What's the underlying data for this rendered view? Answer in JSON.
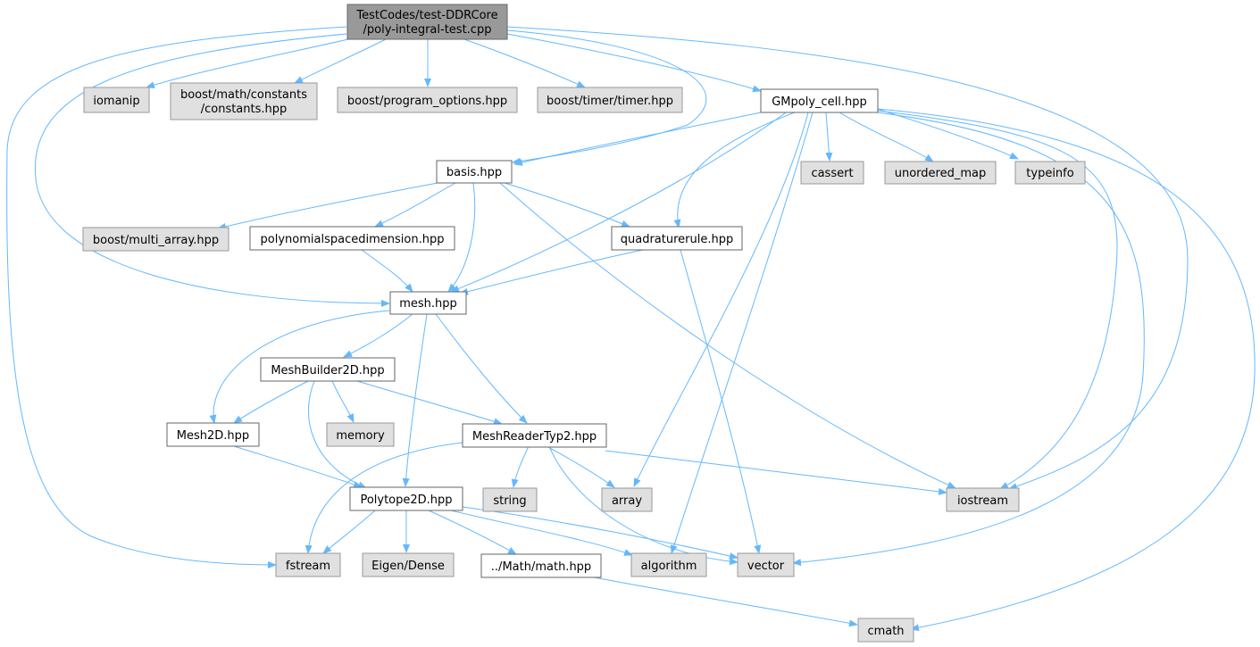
{
  "colors": {
    "edge": "#63b8ff",
    "root_fill": "#999999",
    "root_border": "#666666",
    "header_fill": "#ffffff",
    "header_border": "#666666",
    "system_fill": "#e0e0e0",
    "system_border": "#999999"
  },
  "nodes": {
    "root": {
      "line1": "TestCodes/test-DDRCore",
      "line2": "/poly-integral-test.cpp"
    },
    "iomanip": {
      "label": "iomanip"
    },
    "boost_constants": {
      "line1": "boost/math/constants",
      "line2": "/constants.hpp"
    },
    "boost_program_options": {
      "label": "boost/program_options.hpp"
    },
    "boost_timer": {
      "label": "boost/timer/timer.hpp"
    },
    "gmpoly_cell": {
      "label": "GMpoly_cell.hpp"
    },
    "basis": {
      "label": "basis.hpp"
    },
    "cassert": {
      "label": "cassert"
    },
    "unordered_map": {
      "label": "unordered_map"
    },
    "typeinfo": {
      "label": "typeinfo"
    },
    "boost_multi_array": {
      "label": "boost/multi_array.hpp"
    },
    "polynomialspacedimension": {
      "label": "polynomialspacedimension.hpp"
    },
    "quadraturerule": {
      "label": "quadraturerule.hpp"
    },
    "mesh": {
      "label": "mesh.hpp"
    },
    "meshbuilder2d": {
      "label": "MeshBuilder2D.hpp"
    },
    "mesh2d": {
      "label": "Mesh2D.hpp"
    },
    "memory": {
      "label": "memory"
    },
    "meshreadertyp2": {
      "label": "MeshReaderTyp2.hpp"
    },
    "polytope2d": {
      "label": "Polytope2D.hpp"
    },
    "string": {
      "label": "string"
    },
    "array": {
      "label": "array"
    },
    "iostream": {
      "label": "iostream"
    },
    "fstream": {
      "label": "fstream"
    },
    "eigen_dense": {
      "label": "Eigen/Dense"
    },
    "math": {
      "label": "../Math/math.hpp"
    },
    "algorithm": {
      "label": "algorithm"
    },
    "vector": {
      "label": "vector"
    },
    "cmath": {
      "label": "cmath"
    }
  }
}
